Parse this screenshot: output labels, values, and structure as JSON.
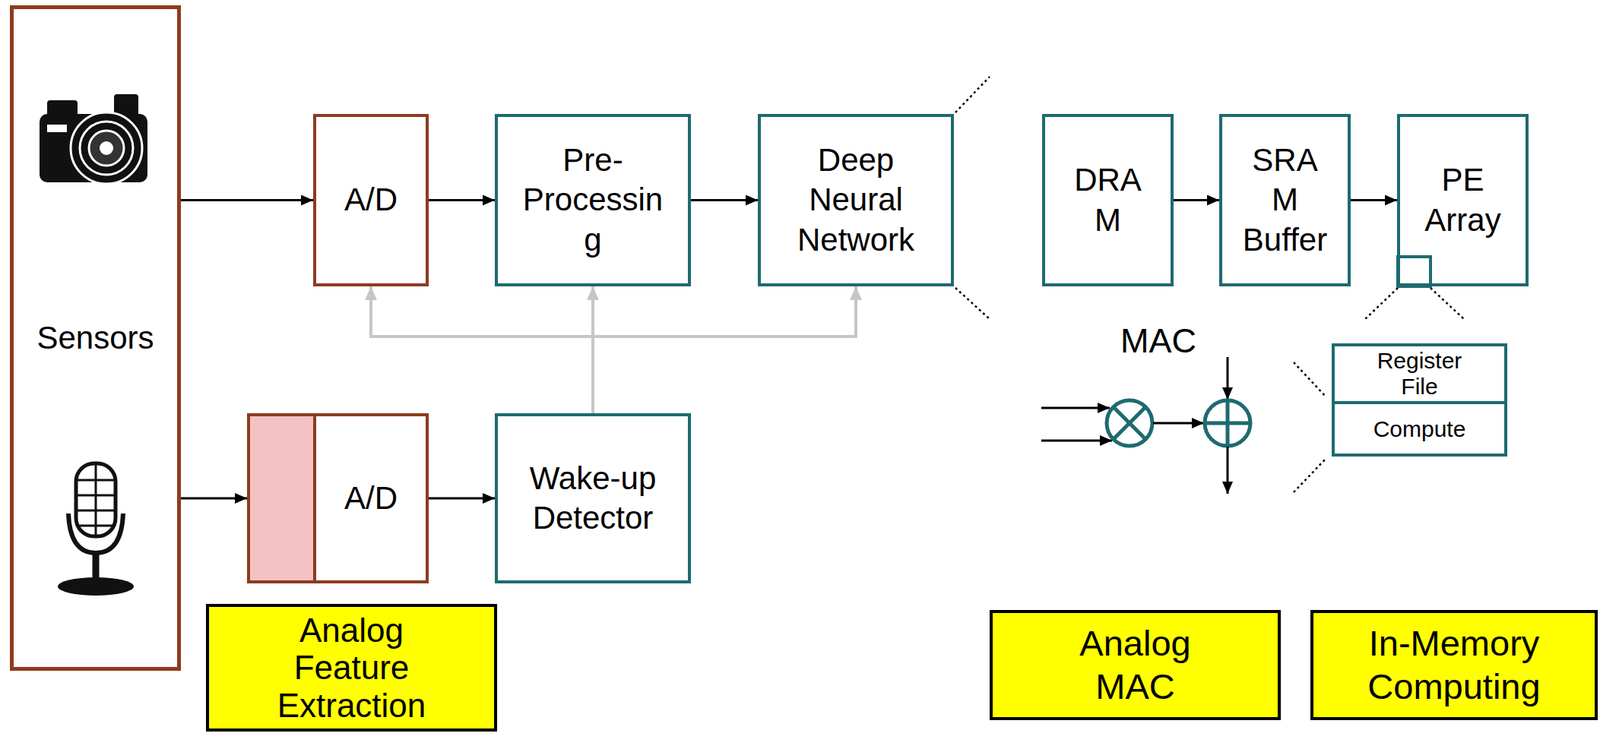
{
  "diagram": {
    "nodes": [
      {
        "text": [
          "Sensors"
        ]
      },
      {
        "text": [
          "A/D"
        ]
      },
      {
        "text": [
          "Pre- Processin g"
        ]
      },
      {
        "text": [
          "Deep Neural Network"
        ]
      },
      {
        "text": [
          "DRA M"
        ]
      },
      {
        "text": [
          "SRA M Buffer"
        ]
      },
      {
        "text": [
          "PE Array"
        ]
      },
      {
        "text": [
          "A/D"
        ]
      },
      {
        "text": [
          "Wake-up Detector"
        ]
      },
      {
        "text": [
          "Register File"
        ]
      },
      {
        "text": [
          "Compute"
        ]
      },
      {
        "text": [
          "Analog Feature Extraction"
        ]
      },
      {
        "text": [
          "Analog MAC"
        ]
      },
      {
        "text": [
          "In-Memory Computing"
        ]
      }
    ],
    "edges": [
      {
        "from": 0,
        "to": 1,
        "arrow": "to"
      },
      {
        "from": 0,
        "to": 7,
        "arrow": "to"
      },
      {
        "from": 1,
        "to": 2,
        "arrow": "to"
      },
      {
        "from": 2,
        "to": 3,
        "arrow": "to"
      },
      {
        "from": 7,
        "to": 8,
        "arrow": "to"
      },
      {
        "from": 8,
        "to": 1,
        "arrow": "to"
      },
      {
        "from": 8,
        "to": 2,
        "arrow": "to"
      },
      {
        "from": 8,
        "to": 3,
        "arrow": "to"
      },
      {
        "from": 4,
        "to": 5,
        "arrow": "to"
      },
      {
        "from": 5,
        "to": 6,
        "arrow": "to"
      }
    ],
    "labels": [
      "MAC"
    ]
  }
}
